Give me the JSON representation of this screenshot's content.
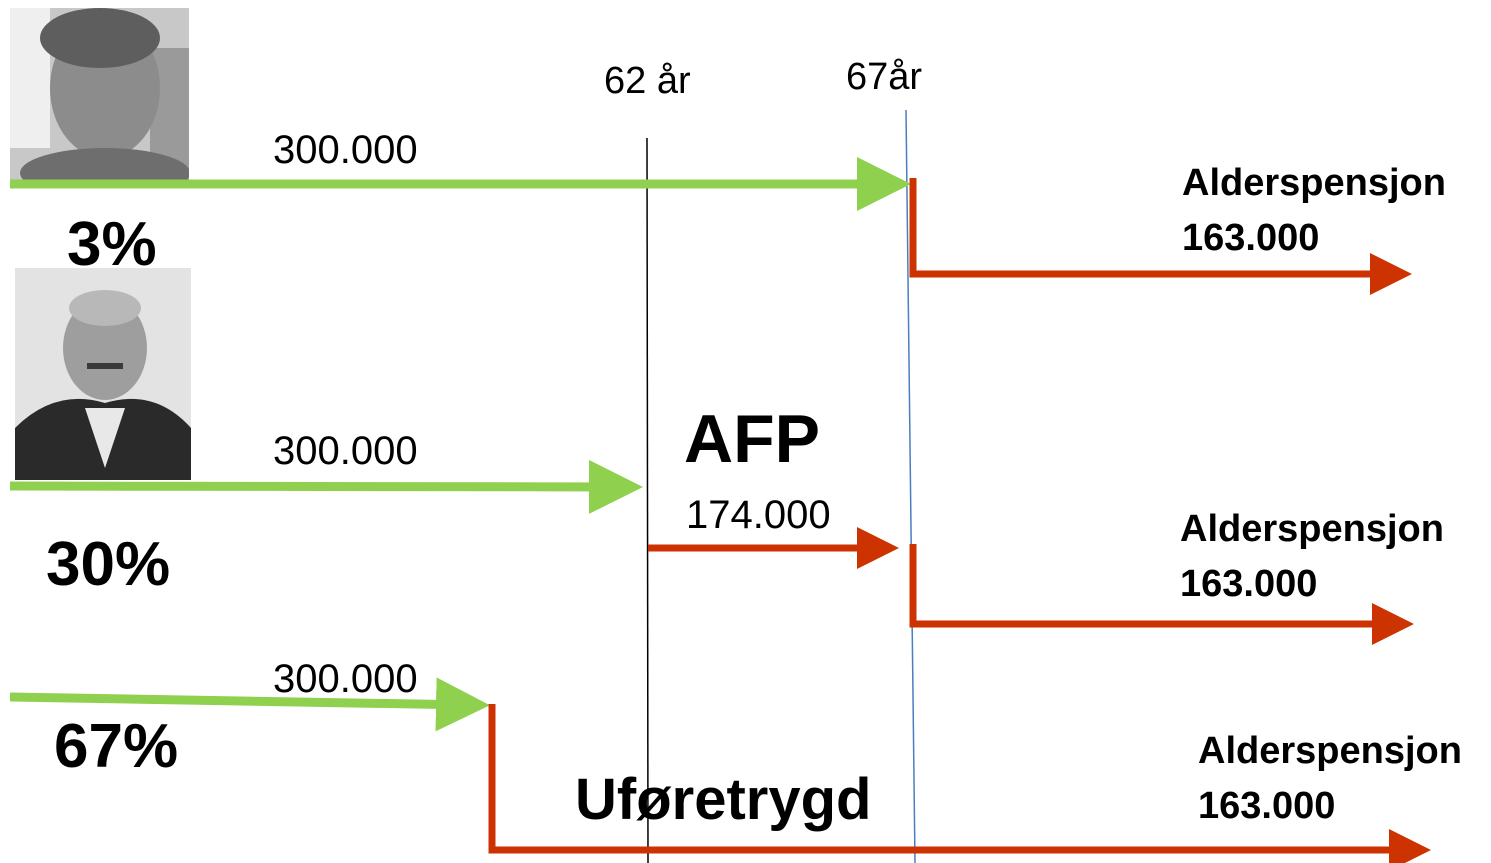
{
  "timeline": {
    "age_62_label": "62 år",
    "age_67_label": "67år"
  },
  "rows": [
    {
      "percent": "3%",
      "salary": "300.000",
      "pension_label": "Alderspensjon",
      "pension_amount": "163.000",
      "photo": "portrait-photo-older-man-outdoors"
    },
    {
      "percent": "30%",
      "salary": "300.000",
      "afp_label": "AFP",
      "afp_amount": "174.000",
      "pension_label": "Alderspensjon",
      "pension_amount": "163.000",
      "photo": "portrait-photo-man-with-mustache"
    },
    {
      "percent": "67%",
      "salary": "300.000",
      "disability_label": "Uføretrygd",
      "pension_label": "Alderspensjon",
      "pension_amount": "163.000"
    }
  ],
  "colors": {
    "salary_arrow": "#8fd14f",
    "benefit_arrow": "#cc3300",
    "age62_line": "#000000",
    "age67_line": "#4a7ebf"
  }
}
